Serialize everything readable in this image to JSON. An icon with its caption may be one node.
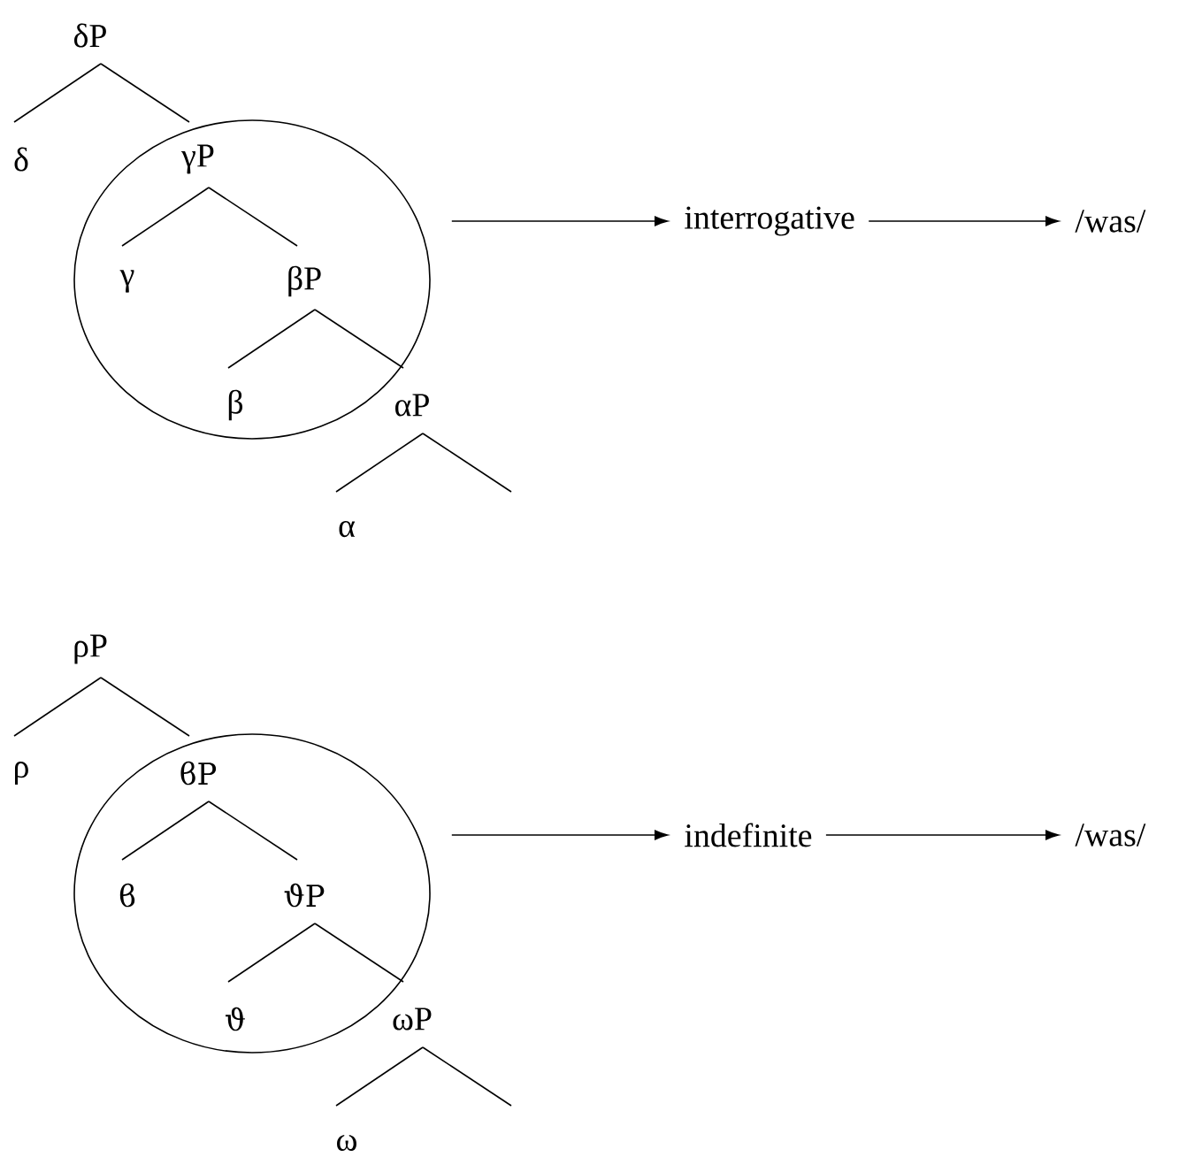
{
  "diagram": {
    "nodes": [
      {
        "text": [
          "δP"
        ]
      },
      {
        "text": [
          "δ"
        ]
      },
      {
        "text": [],
        "shape": "circle"
      },
      {
        "text": [
          "γP"
        ],
        "in": 2
      },
      {
        "text": [
          "γ"
        ],
        "in": 2
      },
      {
        "text": [
          "βP"
        ],
        "in": 2
      },
      {
        "text": [
          "β"
        ],
        "in": 2
      },
      {
        "text": [
          "αP"
        ]
      },
      {
        "text": [
          "α"
        ]
      },
      {
        "text": [
          "interrogative"
        ]
      },
      {
        "text": [
          "/was/"
        ]
      },
      {
        "text": [
          "ρP"
        ]
      },
      {
        "text": [
          "ρ"
        ]
      },
      {
        "text": [],
        "shape": "circle"
      },
      {
        "text": [
          "ϐP"
        ],
        "in": 13
      },
      {
        "text": [
          "ϐ"
        ],
        "in": 13
      },
      {
        "text": [
          "ϑP"
        ],
        "in": 13
      },
      {
        "text": [
          "ϑ"
        ],
        "in": 13
      },
      {
        "text": [
          "ωP"
        ]
      },
      {
        "text": [
          "ω"
        ]
      },
      {
        "text": [
          "indefinite"
        ]
      },
      {
        "text": [
          "/was/"
        ]
      }
    ],
    "edges": [
      {
        "from": 0,
        "to": 1,
        "arrow": "none"
      },
      {
        "from": 0,
        "to": 3,
        "arrow": "none"
      },
      {
        "from": 3,
        "to": 4,
        "arrow": "none"
      },
      {
        "from": 3,
        "to": 5,
        "arrow": "none"
      },
      {
        "from": 5,
        "to": 6,
        "arrow": "none"
      },
      {
        "from": 5,
        "to": 7,
        "arrow": "none"
      },
      {
        "from": 7,
        "to": 8,
        "arrow": "none"
      },
      {
        "from": 7,
        "to": null,
        "arrow": "none"
      },
      {
        "from": 2,
        "to": 9,
        "arrow": "to"
      },
      {
        "from": 9,
        "to": 10,
        "arrow": "to"
      },
      {
        "from": 11,
        "to": 12,
        "arrow": "none"
      },
      {
        "from": 11,
        "to": 14,
        "arrow": "none"
      },
      {
        "from": 14,
        "to": 15,
        "arrow": "none"
      },
      {
        "from": 14,
        "to": 16,
        "arrow": "none"
      },
      {
        "from": 16,
        "to": 17,
        "arrow": "none"
      },
      {
        "from": 16,
        "to": 18,
        "arrow": "none"
      },
      {
        "from": 18,
        "to": 19,
        "arrow": "none"
      },
      {
        "from": 18,
        "to": null,
        "arrow": "none"
      },
      {
        "from": 13,
        "to": 20,
        "arrow": "to"
      },
      {
        "from": 20,
        "to": 21,
        "arrow": "to"
      }
    ]
  }
}
